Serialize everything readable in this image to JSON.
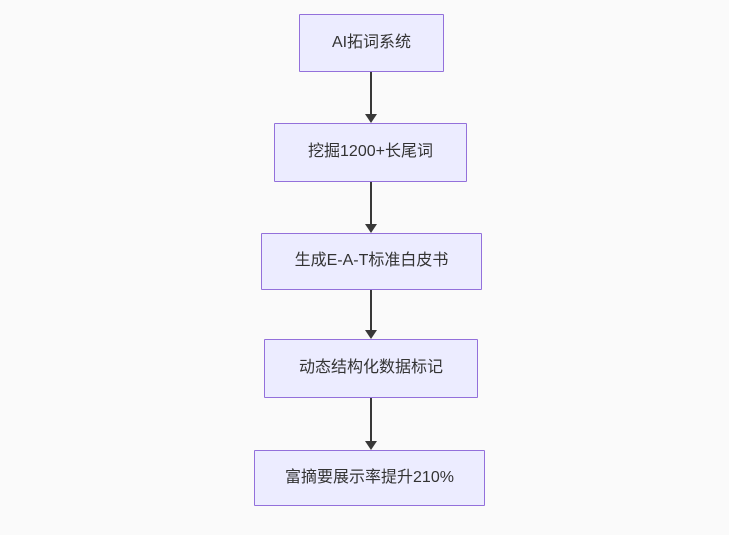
{
  "flowchart": {
    "type": "flowchart",
    "direction": "top-down",
    "nodes": [
      {
        "id": "n0",
        "label": "AI拓词系统"
      },
      {
        "id": "n1",
        "label": "挖掘1200+长尾词"
      },
      {
        "id": "n2",
        "label": "生成E-A-T标准白皮书"
      },
      {
        "id": "n3",
        "label": "动态结构化数据标记"
      },
      {
        "id": "n4",
        "label": "富摘要展示率提升210%"
      }
    ],
    "edges": [
      {
        "from": "n0",
        "to": "n1",
        "arrow": "down"
      },
      {
        "from": "n1",
        "to": "n2",
        "arrow": "down"
      },
      {
        "from": "n2",
        "to": "n3",
        "arrow": "down"
      },
      {
        "from": "n3",
        "to": "n4",
        "arrow": "down"
      }
    ],
    "colors": {
      "node_fill": "#ECECFF",
      "node_border": "#9370DB",
      "node_text": "#333333",
      "arrow": "#383838",
      "background": "#FAFAFA"
    }
  }
}
